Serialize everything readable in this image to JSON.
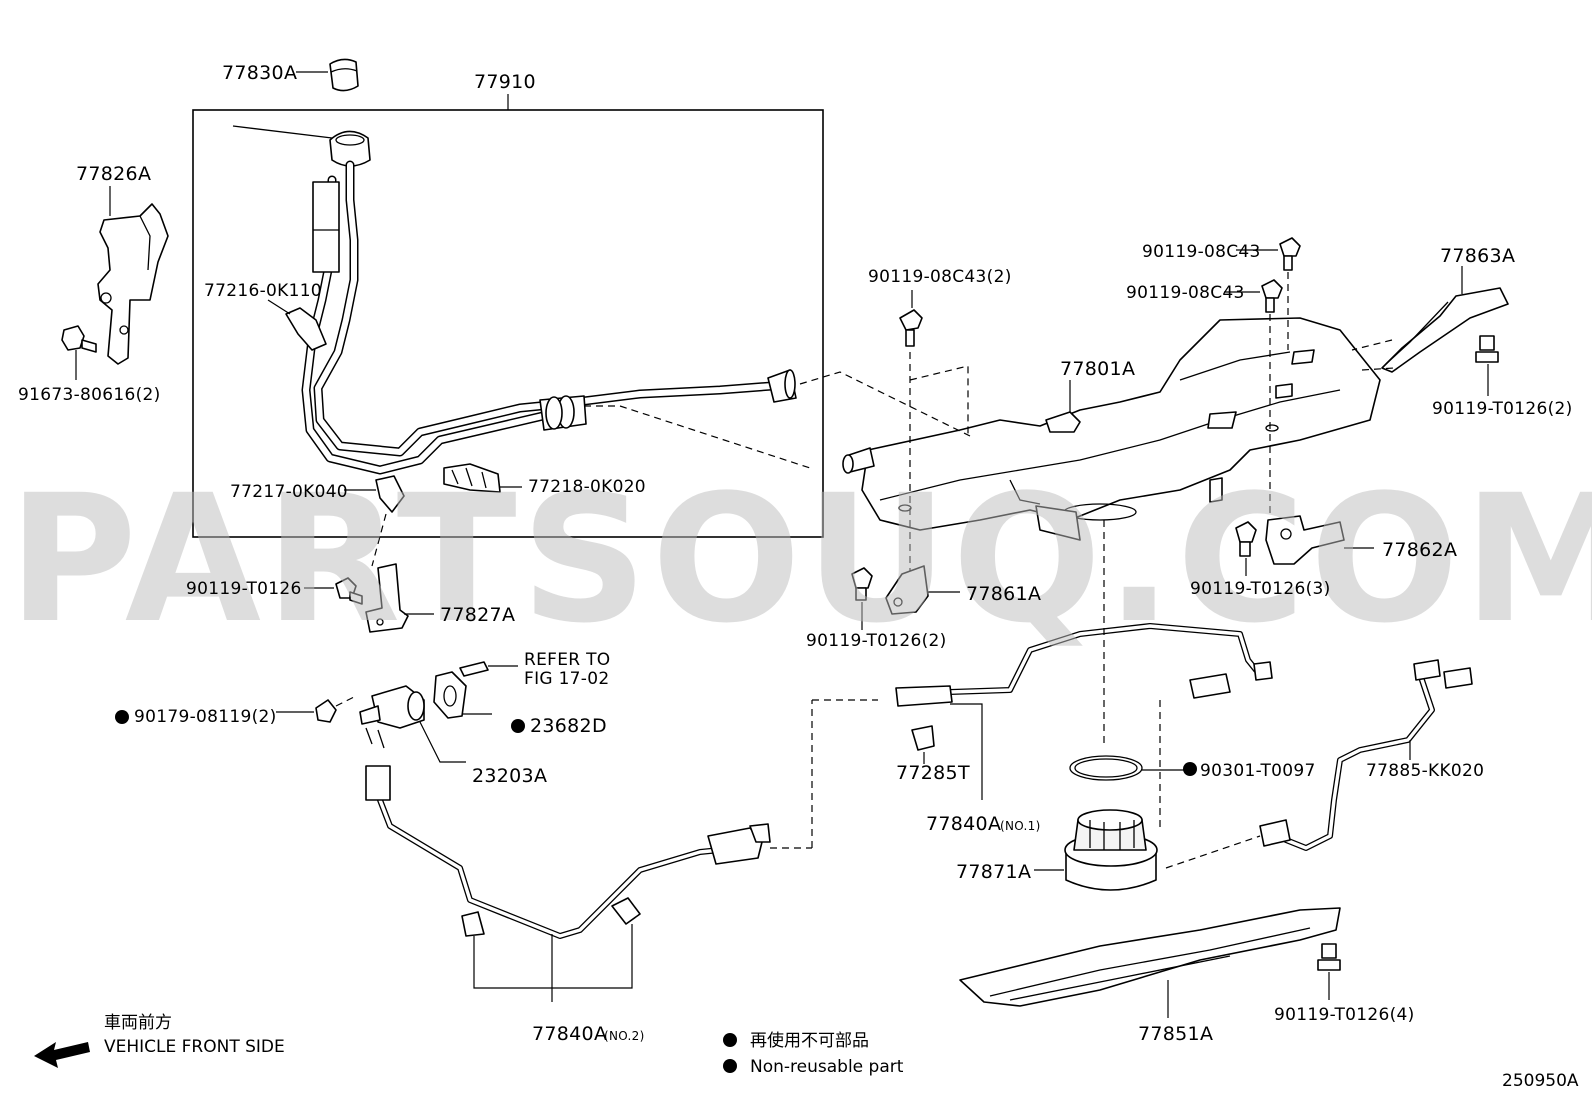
{
  "watermark": "PARTSOUQ.COM",
  "diagram_code": "250950A",
  "direction": {
    "line1": "車両前方",
    "line2": "VEHICLE FRONT SIDE"
  },
  "legend": {
    "line1": "再使用不可部品",
    "line2": "Non-reusable part"
  },
  "parts": {
    "p77830A": "77830A",
    "p77910": "77910",
    "p77826A": "77826A",
    "p91673": "91673-80616(2)",
    "p77216": "77216-0K110",
    "p77217": "77217-0K040",
    "p77218": "77218-0K020",
    "p90119_T0126_left": "90119-T0126",
    "p77827A": "77827A",
    "refer_line1": "REFER TO",
    "refer_line2": "FIG 17-02",
    "p90179": "90179-08119(2)",
    "p23682D": "23682D",
    "p23203A": "23203A",
    "p90119_08C43_2": "90119-08C43(2)",
    "p90119_08C43_a": "90119-08C43",
    "p90119_08C43_b": "90119-08C43",
    "p77863A": "77863A",
    "p90119_T0126_2_right": "90119-T0126(2)",
    "p77801A": "77801A",
    "p77862A": "77862A",
    "p90119_T0126_3": "90119-T0126(3)",
    "p77861A": "77861A",
    "p90119_T0126_2_mid": "90119-T0126(2)",
    "p77285T": "77285T",
    "p77840A_no1": "77840A",
    "p77840A_no1_suffix": "(NO.1)",
    "p90301": "90301-T0097",
    "p77885": "77885-KK020",
    "p77871A": "77871A",
    "p77851A": "77851A",
    "p90119_T0126_4": "90119-T0126(4)",
    "p77840A_no2": "77840A",
    "p77840A_no2_suffix": "(NO.2)"
  }
}
